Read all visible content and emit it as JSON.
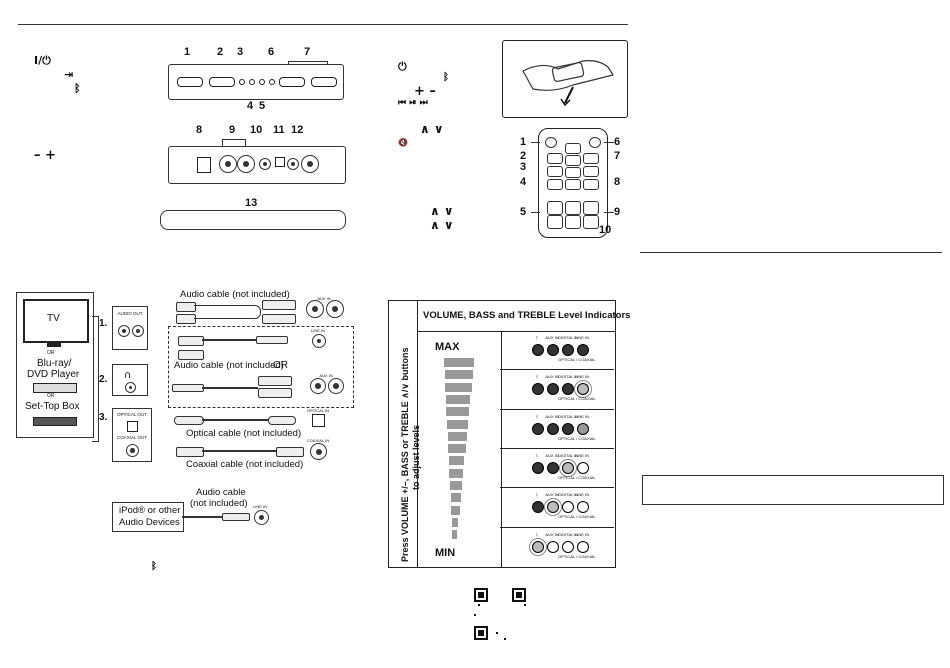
{
  "icons": {
    "power_standby": "I/⏻",
    "input": "⇥",
    "bluetooth": "ᛒ",
    "power": "⏻",
    "vol_minus_plus": "– +",
    "plus_minus": "+ –",
    "media": "⏮ ⏯ ⏭",
    "mute": "🔇",
    "up_down": "∧ ∨"
  },
  "top_panel": {
    "callouts_top": [
      "1",
      "2",
      "3",
      "6",
      "7"
    ],
    "callouts_bottom": [
      "4",
      "5"
    ]
  },
  "rear_panel": {
    "callouts": [
      "8",
      "9",
      "10",
      "11",
      "12"
    ]
  },
  "soundbar": {
    "callout": "13"
  },
  "remote": {
    "callouts_left": [
      "1",
      "2",
      "3",
      "4",
      "5"
    ],
    "callouts_right": [
      "6",
      "7",
      "8",
      "9",
      "10"
    ]
  },
  "connection": {
    "tv_label": "TV",
    "or1": "OR",
    "bluray": "Blu-ray/",
    "dvd": "DVD Player",
    "or2": "OR",
    "settop": "Set-Top Box",
    "step1": "1.",
    "step2": "2.",
    "step3": "3.",
    "audio_out": "AUDIO OUT",
    "optical_out": "OPTICAL OUT",
    "coaxial_out": "COAXIAL OUT",
    "audio_cable_1": "Audio cable (not included)",
    "audio_cable_2": "Audio cable (not included)",
    "or3": "OR",
    "optical_cable": "Optical cable (not included)",
    "coaxial_cable": "Coaxial cable (not included)",
    "aux_in": "AUX IN",
    "line_in": "LINE IN",
    "optical_in": "OPTICAL IN",
    "coaxial_in": "COAXIAL IN"
  },
  "ipod": {
    "device_line1": "iPod® or other",
    "device_line2": "Audio Devices",
    "cable_line1": "Audio cable",
    "cable_line2": "(not included)",
    "line_in": "LINE IN"
  },
  "level_indicators": {
    "title": "VOLUME, BASS and TREBLE Level Indicators",
    "max": "MAX",
    "min": "MIN",
    "vertical_line1": "Press VOLUME +/–, BASS or TREBLE ∧/∨ buttons",
    "vertical_line2": "to adjust levels",
    "led_labels": [
      "ᛒ",
      "AUX IN",
      "DIGITAL IN",
      "LINE IN"
    ],
    "optical_coaxial": "OPTICAL / COAXIAL",
    "rows": [
      [
        "on",
        "on",
        "on",
        "on"
      ],
      [
        "on",
        "on",
        "on",
        "blink"
      ],
      [
        "on",
        "on",
        "on",
        "half"
      ],
      [
        "on",
        "on",
        "blink",
        "off"
      ],
      [
        "on",
        "blink",
        "off",
        "off"
      ],
      [
        "blink",
        "off",
        "off",
        "off"
      ]
    ]
  }
}
